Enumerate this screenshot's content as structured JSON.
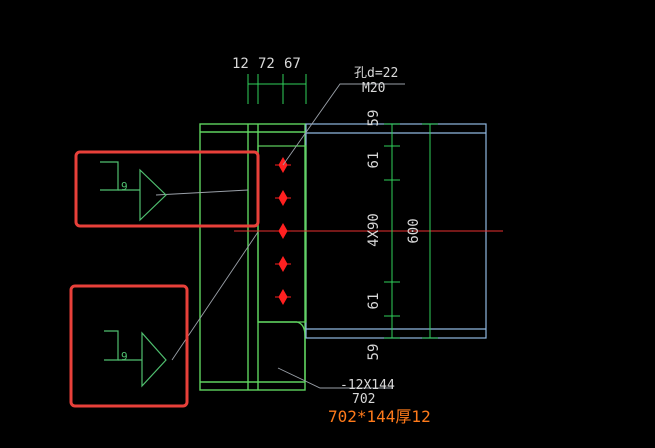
{
  "colors": {
    "background": "#000000",
    "column": "#5fd35f",
    "beam": "#8fb8e0",
    "dimension": "#2fd05a",
    "label": "#d8d8d8",
    "leader": "#9aa0a8",
    "bolt": "#ff2020",
    "centerline": "#e83030",
    "highlight": "#e8403a",
    "note": "#ff7a1a",
    "weld": "#4fbf6f"
  },
  "dimensions_top": [
    "12",
    "72",
    "67"
  ],
  "bolt_spec": {
    "hole": "孔d=22",
    "bolt": "M20"
  },
  "dimensions_vertical": [
    "59",
    "61",
    "4X90",
    "61",
    "59"
  ],
  "beam_depth": "600",
  "plate_spec": {
    "size": "-12X144",
    "length": "702"
  },
  "plate_note": "702*144厚12",
  "weld_symbols": [
    {
      "size": "9"
    },
    {
      "size": "9"
    }
  ],
  "bolt_count": 5
}
